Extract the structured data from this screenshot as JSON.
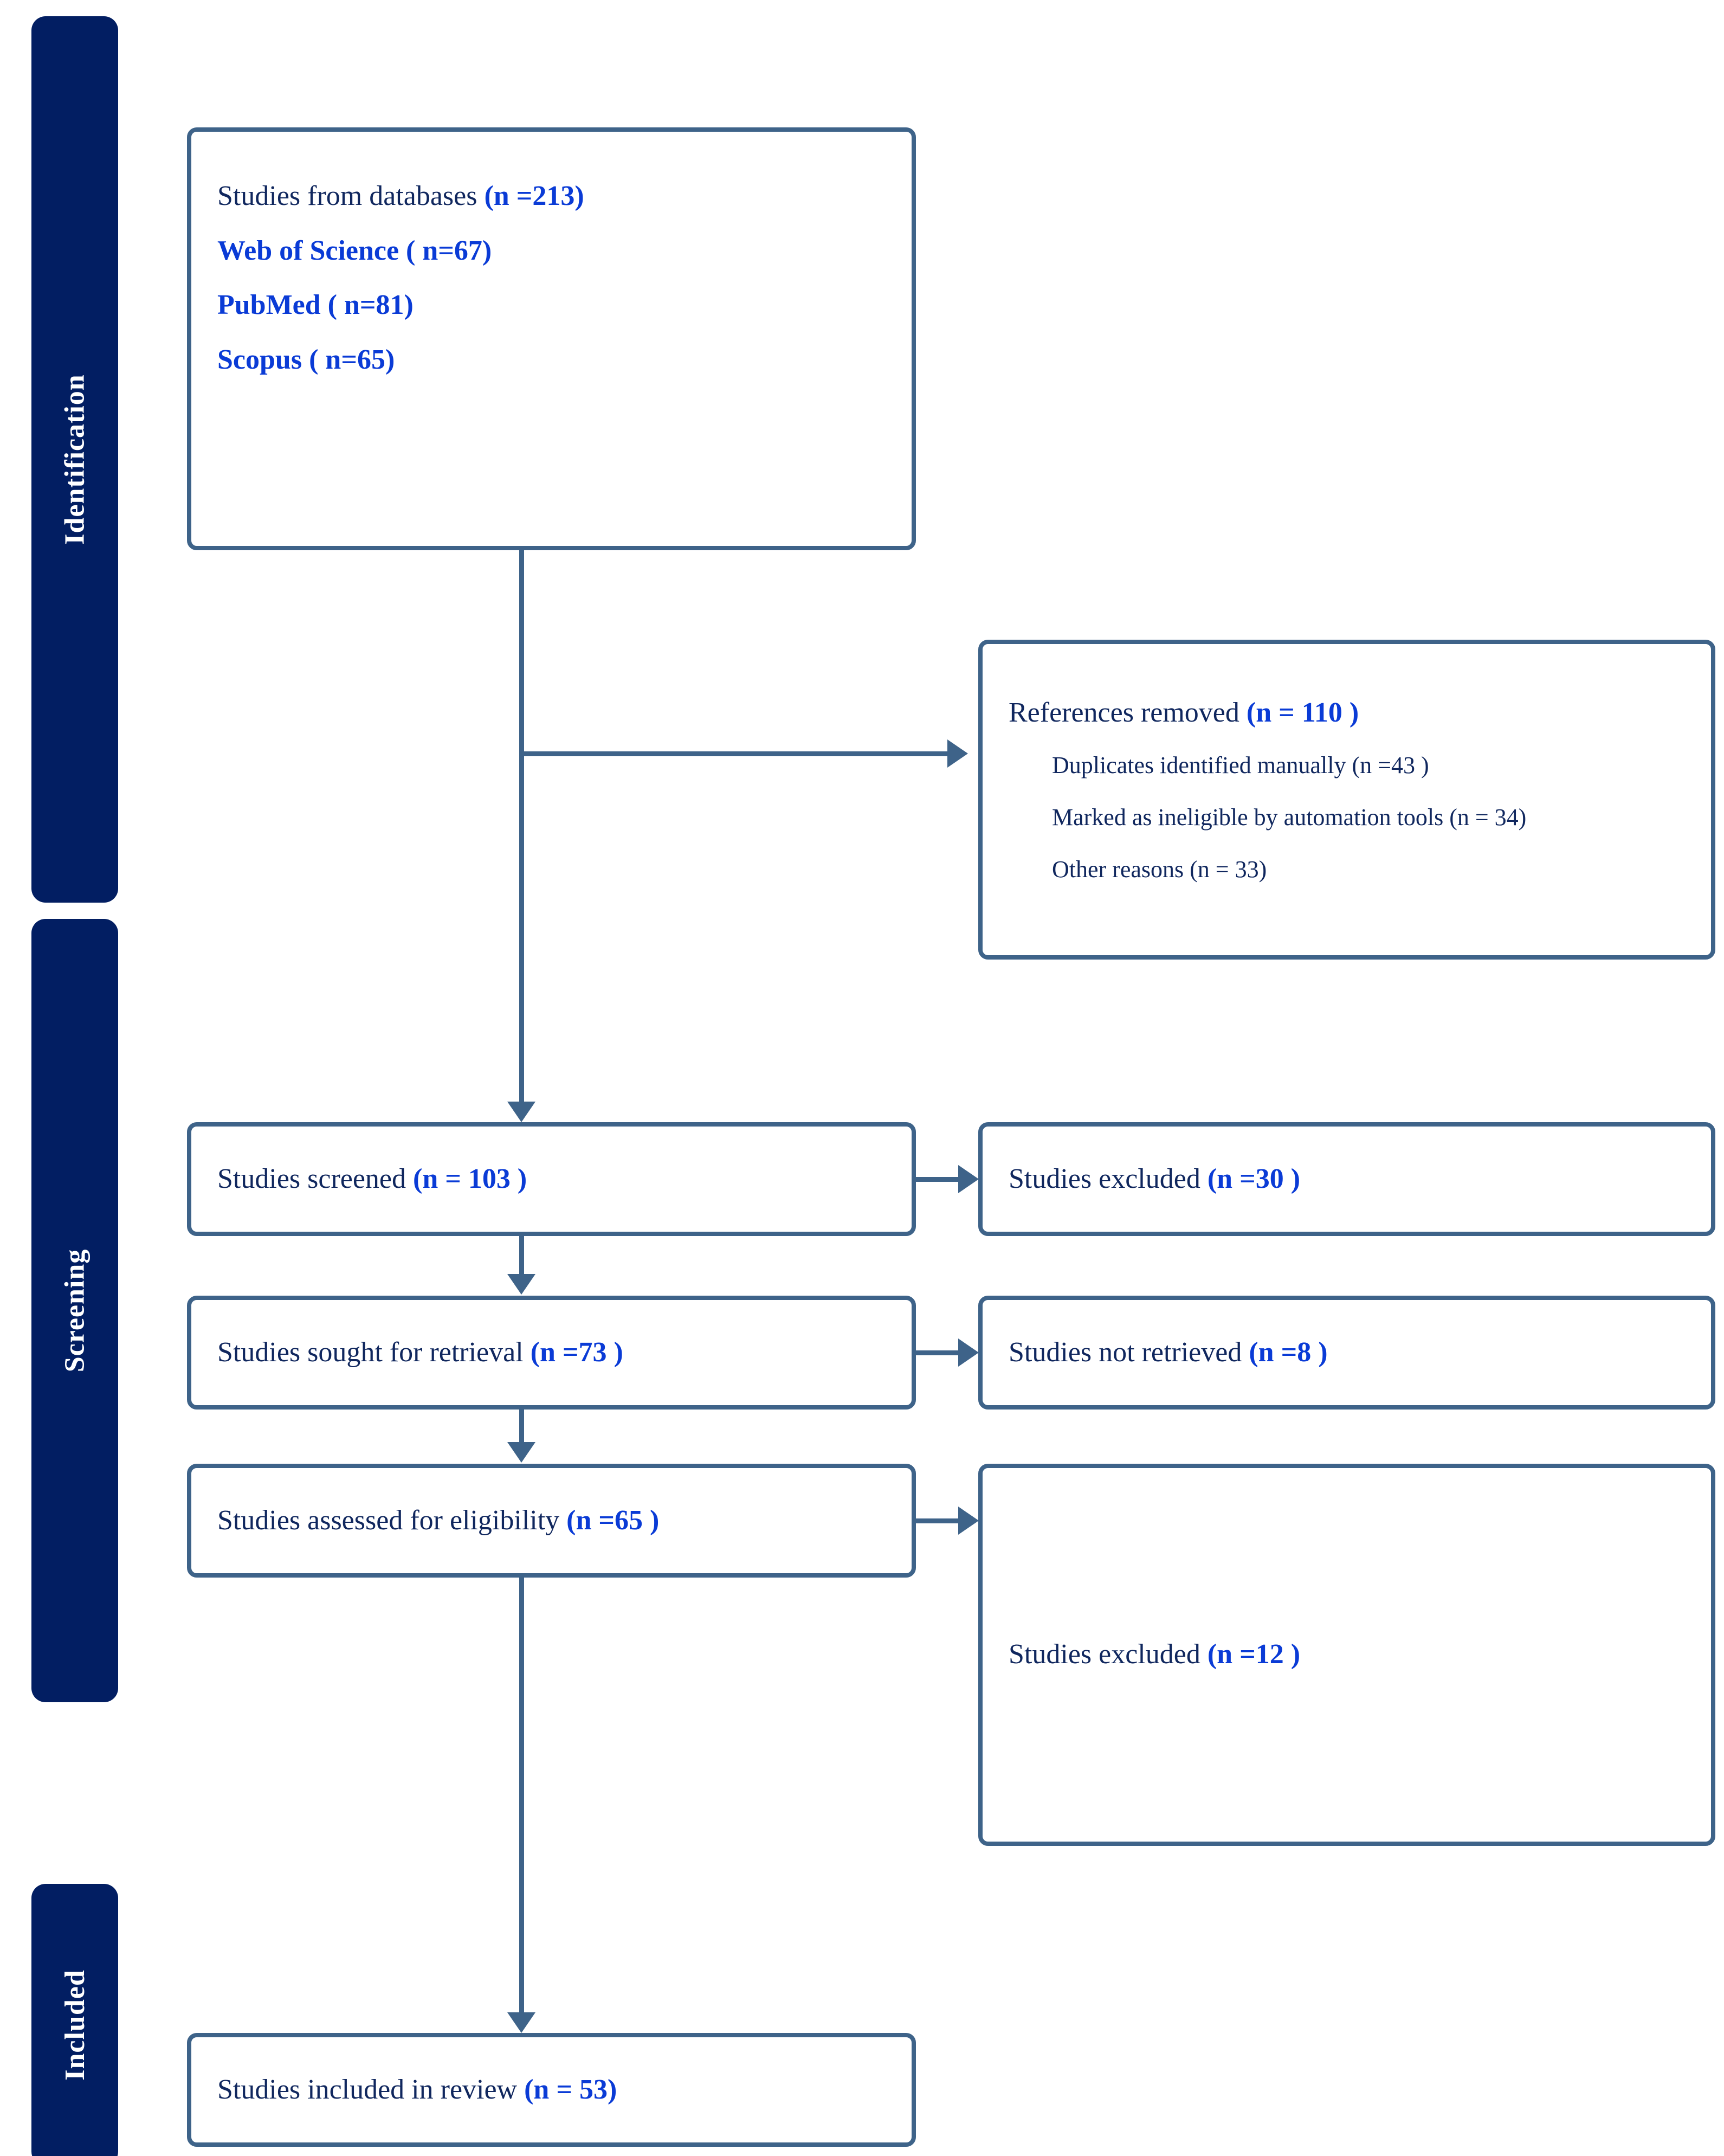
{
  "diagram": {
    "type": "prisma-flow-diagram",
    "stages": [
      {
        "id": "identification",
        "label": "Identification"
      },
      {
        "id": "screening",
        "label": "Screening"
      },
      {
        "id": "included",
        "label": "Included"
      }
    ],
    "colors": {
      "stage_bar": "#021E62",
      "box_border": "#3E6389",
      "connector": "#3E6389",
      "text_primary": "#10275E",
      "text_highlight": "#0A3BD6",
      "background": "#FFFFFF"
    },
    "boxes": {
      "databases": {
        "heading_text": "Studies from databases ",
        "heading_count": "(n =213)",
        "sources": [
          "Web of Science ( n=67)",
          "PubMed ( n=81)",
          "Scopus ( n=65)"
        ]
      },
      "references_removed": {
        "heading_text": "References removed ",
        "heading_count": "(n = 110 )",
        "reasons": [
          "Duplicates identified manually (n =43 )",
          "Marked as ineligible by automation tools (n = 34)",
          "Other reasons (n = 33)"
        ]
      },
      "studies_screened": {
        "text": "Studies screened ",
        "count": "(n = 103 )"
      },
      "studies_excluded_screening": {
        "text": "Studies excluded ",
        "count": "(n =30 )"
      },
      "studies_sought": {
        "text": "Studies sought for retrieval ",
        "count": "(n =73 )"
      },
      "studies_not_retrieved": {
        "text": "Studies not retrieved ",
        "count": "(n =8 )"
      },
      "studies_assessed": {
        "text": "Studies assessed for eligibility ",
        "count": "(n =65 )"
      },
      "studies_excluded_eligibility": {
        "text": "Studies excluded ",
        "count": "(n =12 )"
      },
      "studies_included": {
        "text": "Studies included in review ",
        "count": "(n = 53)"
      }
    }
  }
}
